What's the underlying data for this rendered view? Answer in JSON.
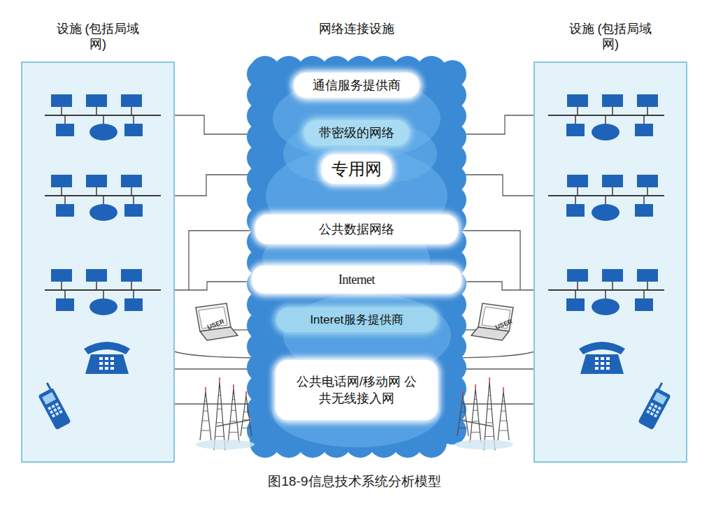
{
  "diagram": {
    "caption": "图18-9信息技术系统分析模型",
    "nodes": [
      {
        "text": [
          "设施 (包括局域网)"
        ]
      },
      {
        "text": [
          "网络连接设施"
        ]
      },
      {
        "text": [
          "通信服务提供商"
        ],
        "in": 1
      },
      {
        "text": [
          "带密级的网络"
        ],
        "in": 1
      },
      {
        "text": [
          "专用网"
        ],
        "in": 1
      },
      {
        "text": [
          "公共数据网络"
        ],
        "in": 1
      },
      {
        "text": [
          "Internet"
        ],
        "in": 1
      },
      {
        "text": [
          "Interet服务提供商"
        ],
        "in": 1
      },
      {
        "text": [
          "公共电话网/移动网 公共无线接入网"
        ],
        "in": 1
      },
      {
        "text": [
          "设施 (包括局域网)"
        ]
      }
    ],
    "labels": [
      "USER",
      "USER"
    ]
  }
}
